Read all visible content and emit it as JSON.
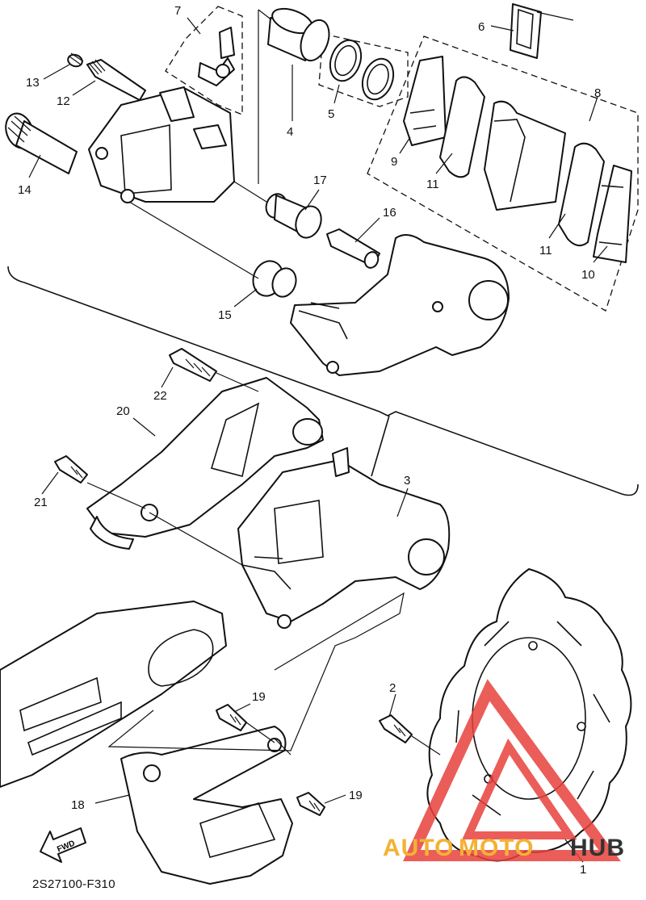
{
  "diagram_code": "2S27100-F310",
  "forward_marker": "FWD",
  "watermark": {
    "word1": "AUTO",
    "word2": "MOTO",
    "word3": "HUB",
    "color_red": "#e8413c",
    "color_gold": "#f3b233",
    "color_dark": "#333333"
  },
  "callouts": [
    {
      "id": "c1",
      "label": "1"
    },
    {
      "id": "c2",
      "label": "2"
    },
    {
      "id": "c3",
      "label": "3"
    },
    {
      "id": "c4",
      "label": "4"
    },
    {
      "id": "c5",
      "label": "5"
    },
    {
      "id": "c6",
      "label": "6"
    },
    {
      "id": "c7",
      "label": "7"
    },
    {
      "id": "c8",
      "label": "8"
    },
    {
      "id": "c9",
      "label": "9"
    },
    {
      "id": "c10",
      "label": "10"
    },
    {
      "id": "c11a",
      "label": "11"
    },
    {
      "id": "c11b",
      "label": "11"
    },
    {
      "id": "c12",
      "label": "12"
    },
    {
      "id": "c13",
      "label": "13"
    },
    {
      "id": "c14",
      "label": "14"
    },
    {
      "id": "c15",
      "label": "15"
    },
    {
      "id": "c16",
      "label": "16"
    },
    {
      "id": "c17",
      "label": "17"
    },
    {
      "id": "c18",
      "label": "18"
    },
    {
      "id": "c19a",
      "label": "19"
    },
    {
      "id": "c19b",
      "label": "19"
    },
    {
      "id": "c20",
      "label": "20"
    },
    {
      "id": "c21",
      "label": "21"
    },
    {
      "id": "c22",
      "label": "22"
    }
  ]
}
